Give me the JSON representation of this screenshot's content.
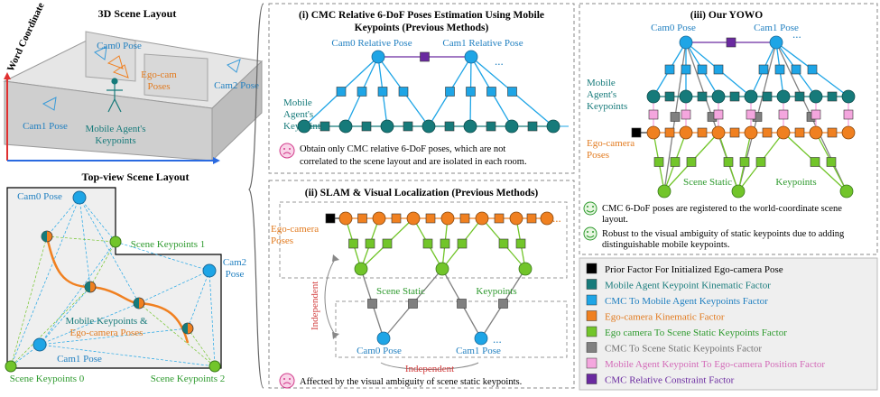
{
  "colors": {
    "cmc_blue": "#1ea5e6",
    "agent_teal": "#167a7a",
    "ego_orange": "#f08020",
    "scene_green": "#72c52a",
    "gray_factor": "#808080",
    "pink_factor": "#f4a6de",
    "purple_factor": "#6a2aa0",
    "blue_text": "#1f7fc0",
    "orange_text": "#e27a1e",
    "green_text": "#2e9a2e",
    "red_text": "#d23c3c"
  },
  "panel_3d": {
    "title": "3D Scene Layout",
    "axis_label": "Word Coordinate",
    "cam0": "Cam0 Pose",
    "cam1": "Cam1 Pose",
    "cam2": "Cam2 Pose",
    "ego_cam_line1": "Ego-cam",
    "ego_cam_line2": "Poses",
    "agent_line1": "Mobile Agent's",
    "agent_line2": "Keypoints"
  },
  "panel_topview": {
    "title": "Top-view Scene Layout",
    "cam0": "Cam0 Pose",
    "cam1": "Cam1 Pose",
    "cam2_line1": "Cam2",
    "cam2_line2": "Pose",
    "scene_kp1": "Scene Keypoints 1",
    "scene_kp0": "Scene Keypoints 0",
    "scene_kp2": "Scene Keypoints 2",
    "mobile_kp": "Mobile Keypoints &",
    "ego_poses": "Ego-camera Poses"
  },
  "panel_i": {
    "title_line1": "(i) CMC Relative 6-DoF Poses Estimation Using Mobile",
    "title_line2": "Keypoints (Previous Methods)",
    "cam0": "Cam0 Relative Pose",
    "cam1": "Cam1 Relative Pose",
    "agent_line1": "Mobile",
    "agent_line2": "Agent's",
    "agent_line3": "Keypoints",
    "ellipsis": "...",
    "note_line1": "Obtain only CMC relative 6-DoF poses, which are not",
    "note_line2": "correlated to the scene layout and are isolated in each room."
  },
  "panel_ii": {
    "title": "(ii) SLAM & Visual Localization (Previous Methods)",
    "ego_line1": "Ego-camera",
    "ego_line2": "Poses",
    "scene_static": "Scene Static",
    "keypoints": "Keypoints",
    "independent": "Independent",
    "cam0": "Cam0 Pose",
    "cam1": "Cam1 Pose",
    "ellipsis": "...",
    "note": "Affected by the visual ambiguity of scene static keypoints."
  },
  "panel_iii": {
    "title": "(iii) Our YOWO",
    "cam0": "Cam0 Pose",
    "cam1": "Cam1 Pose",
    "agent_line1": "Mobile",
    "agent_line2": "Agent's",
    "agent_line3": "Keypoints",
    "ego_line1": "Ego-camera",
    "ego_line2": "Poses",
    "scene_static": "Scene Static",
    "keypoints": "Keypoints",
    "ellipsis": "...",
    "note1_line1": "CMC 6-DoF poses are registered to the world-coordinate scene",
    "note1_line2": "layout.",
    "note2_line1": "Robust to the visual ambiguity of static keypoints due to adding",
    "note2_line2": "distinguishable mobile keypoints."
  },
  "legend": [
    {
      "label": "Prior Factor For Initialized Ego-camera Pose",
      "color": "#000000",
      "text_color": "#000000"
    },
    {
      "label": "Mobile Agent Keypoint Kinematic Factor",
      "color": "#167a7a",
      "text_color": "#167a7a"
    },
    {
      "label": "CMC To Mobile Agent Keypoints Factor",
      "color": "#1ea5e6",
      "text_color": "#1f7fc0"
    },
    {
      "label": "Ego-camera Kinematic Factor",
      "color": "#f08020",
      "text_color": "#e27a1e"
    },
    {
      "label": "Ego camera To Scene Static Keypoints Factor",
      "color": "#72c52a",
      "text_color": "#2e9a2e"
    },
    {
      "label": "CMC To Scene Static Keypoints Factor",
      "color": "#808080",
      "text_color": "#707070"
    },
    {
      "label": "Mobile Agent Keypoint To Ego-camera Position Factor",
      "color": "#f4a6de",
      "text_color": "#d36ab8"
    },
    {
      "label": "CMC Relative Constraint Factor",
      "color": "#6a2aa0",
      "text_color": "#6a2aa0"
    }
  ]
}
